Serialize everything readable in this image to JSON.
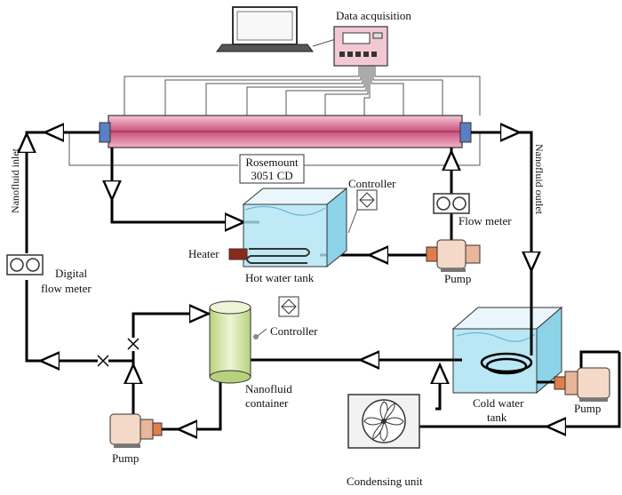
{
  "labels": {
    "data_acquisition": "Data acquisition",
    "rosemount_line1": "Rosemount",
    "rosemount_line2": "3051 CD",
    "controller_top": "Controller",
    "controller_mid": "Controller",
    "nanofluid_inlet": "Nanofluid inlet",
    "nanofluid_outlet": "Nanofluid outlet",
    "flow_meter": "Flow meter",
    "digital_flow_meter_line1": "Digital",
    "digital_flow_meter_line2": "flow meter",
    "heater": "Heater",
    "hot_water_tank": "Hot water tank",
    "pump_hot": "Pump",
    "pump_left": "Pump",
    "pump_right": "Pump",
    "nanofluid_container_line1": "Nanofluid",
    "nanofluid_container_line2": "container",
    "cold_water_tank_line1": "Cold water",
    "cold_water_tank_line2": "tank",
    "condensing_unit": "Condensing unit"
  },
  "colors": {
    "test_section": "#c9507a",
    "test_section_light": "#f3b6cb",
    "test_section_end": "#5a7fc4",
    "water": "#aee3f2",
    "container": "#d6e7a6",
    "pump_body": "#f4d9c8",
    "pump_accent": "#e07d4a",
    "daq": "#f2c9d2",
    "heater": "#8b2a1a"
  }
}
